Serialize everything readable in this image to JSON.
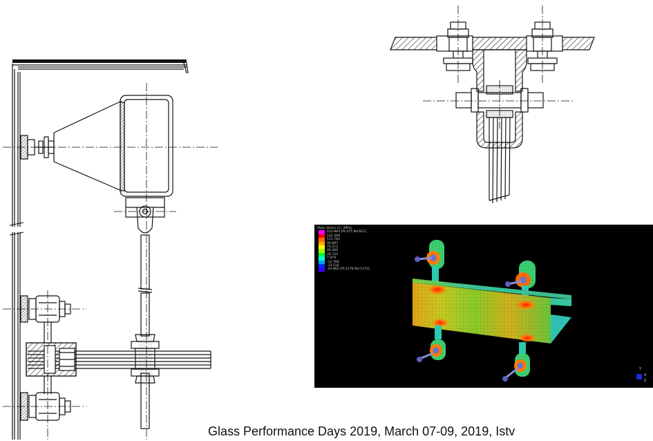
{
  "footer": {
    "text": "Glass Performance Days 2019, March 07-09, 2019, Istv"
  },
  "fem_plot": {
    "legend_title": "Plate Stress 11: (MPa)",
    "max_label": "153.983 [Pt:475 Nd:821]",
    "min_label": "-43.862 [Pt:1278 Nd:1273]",
    "legend_values": [
      "132.446",
      "111.782",
      "90.897",
      "70.213",
      "49.466",
      "28.724",
      "7.979",
      "-12.766",
      "-33.510"
    ],
    "legend_colors": [
      "#ff00ff",
      "#ff0000",
      "#ff6a00",
      "#ffb000",
      "#ffff00",
      "#9cff00",
      "#00ff3c",
      "#00ffd0",
      "#00a0ff",
      "#0030ff",
      "#3a00ff"
    ],
    "axes_triad": [
      "Y",
      "X",
      "Z"
    ]
  }
}
